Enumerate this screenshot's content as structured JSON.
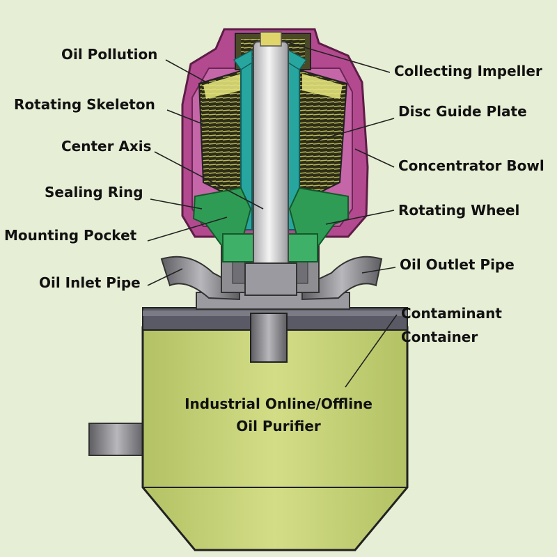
{
  "labels": {
    "oil_pollution": "Oil Pollution",
    "rotating_skeleton": "Rotating Skeleton",
    "center_axis": "Center Axis",
    "sealing_ring": "Sealing Ring",
    "mounting_pocket": "Mounting Pocket",
    "oil_inlet_pipe": "Oil Inlet Pipe",
    "collecting_impeller": "Collecting Impeller",
    "disc_guide_plate": "Disc Guide Plate",
    "concentrator_bowl": "Concentrator Bowl",
    "rotating_wheel": "Rotating Wheel",
    "oil_outlet_pipe": "Oil Outlet Pipe",
    "contaminant_container_line1": "Contaminant",
    "contaminant_container_line2": "Container",
    "title_line1": "Industrial Online/Offline",
    "title_line2": "Oil Purifier"
  },
  "colors": {
    "background": "#e6eed5",
    "bowl": "#b0408a",
    "bowl_dark": "#8e2e6c",
    "discs": "#3a3a20",
    "disc_fill": "#d8d870",
    "green_parts": "#2f9a52",
    "cyan_tube": "#2aa7a0",
    "axis": "#d9d9d9",
    "container": "#c8d47a",
    "metal": "#8a8a8a",
    "metal_dark": "#4f4f55"
  }
}
